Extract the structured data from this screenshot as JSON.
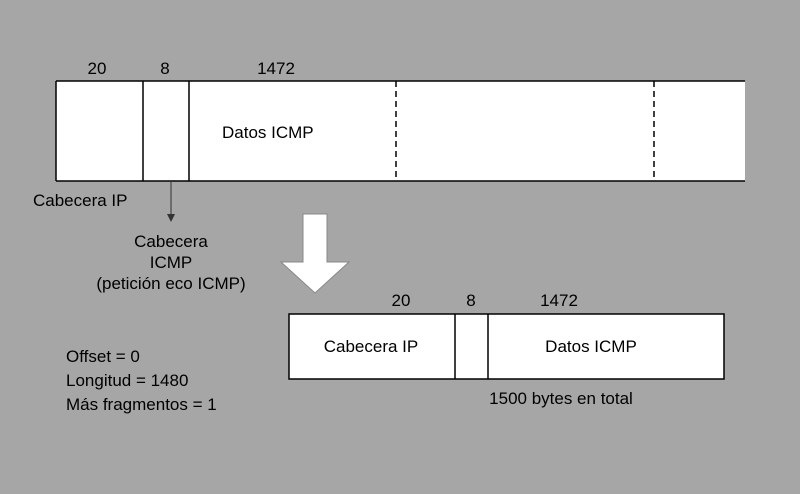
{
  "colors": {
    "background": "#a6a6a6",
    "box_fill": "#ffffff",
    "stroke": "#000000",
    "arrow_fill": "#ffffff"
  },
  "original": {
    "sizes": {
      "ip": "20",
      "icmp": "8",
      "data": "1472"
    },
    "data_label": "Datos ICMP",
    "ip_header_label": "Cabecera IP",
    "icmp_header_label": "Cabecera\nICMP\n(petición eco ICMP)"
  },
  "fragment": {
    "sizes": {
      "ip": "20",
      "icmp": "8",
      "data": "1472"
    },
    "ip_label": "Cabecera IP",
    "data_label": "Datos ICMP",
    "total": "1500 bytes en total"
  },
  "fragment_info": {
    "offset": "Offset = 0",
    "length": "Longitud = 1480",
    "more_fragments": "Más fragmentos = 1"
  },
  "icons": {
    "down_arrow": "down-arrow-icon"
  }
}
